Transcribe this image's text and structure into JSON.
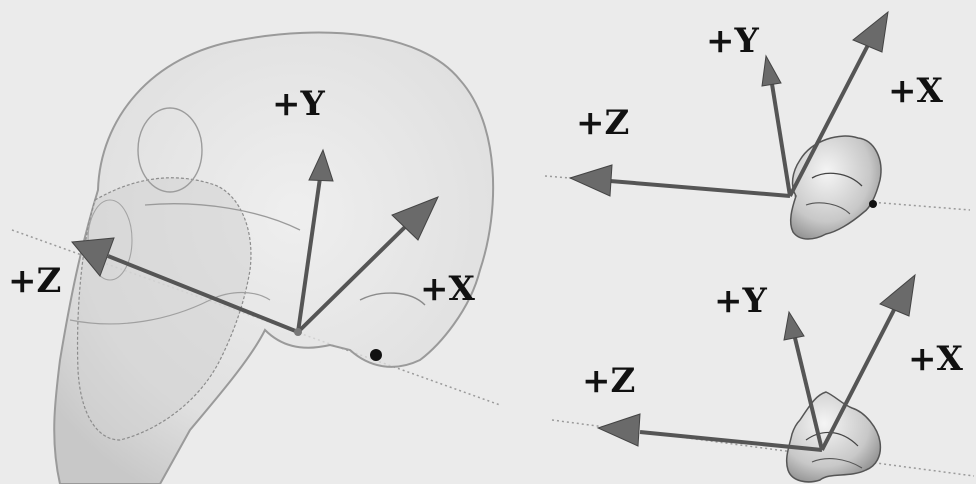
{
  "panels": {
    "skull": {
      "labels": {
        "y": "+Y",
        "z": "+Z",
        "x": "+X"
      }
    },
    "top_bone": {
      "labels": {
        "y": "+Y",
        "z": "+Z",
        "x": "+X"
      }
    },
    "bottom_bone": {
      "labels": {
        "y": "+Y",
        "z": "+Z",
        "x": "+X"
      }
    }
  },
  "colors": {
    "background": "#ebebeb",
    "skull_fill": "#dedede",
    "skull_edge": "#9a9a9a",
    "axis_shaft": "#555555",
    "axis_head": "#666666",
    "dotted_line": "#9a9a9a",
    "label": "#111111"
  }
}
